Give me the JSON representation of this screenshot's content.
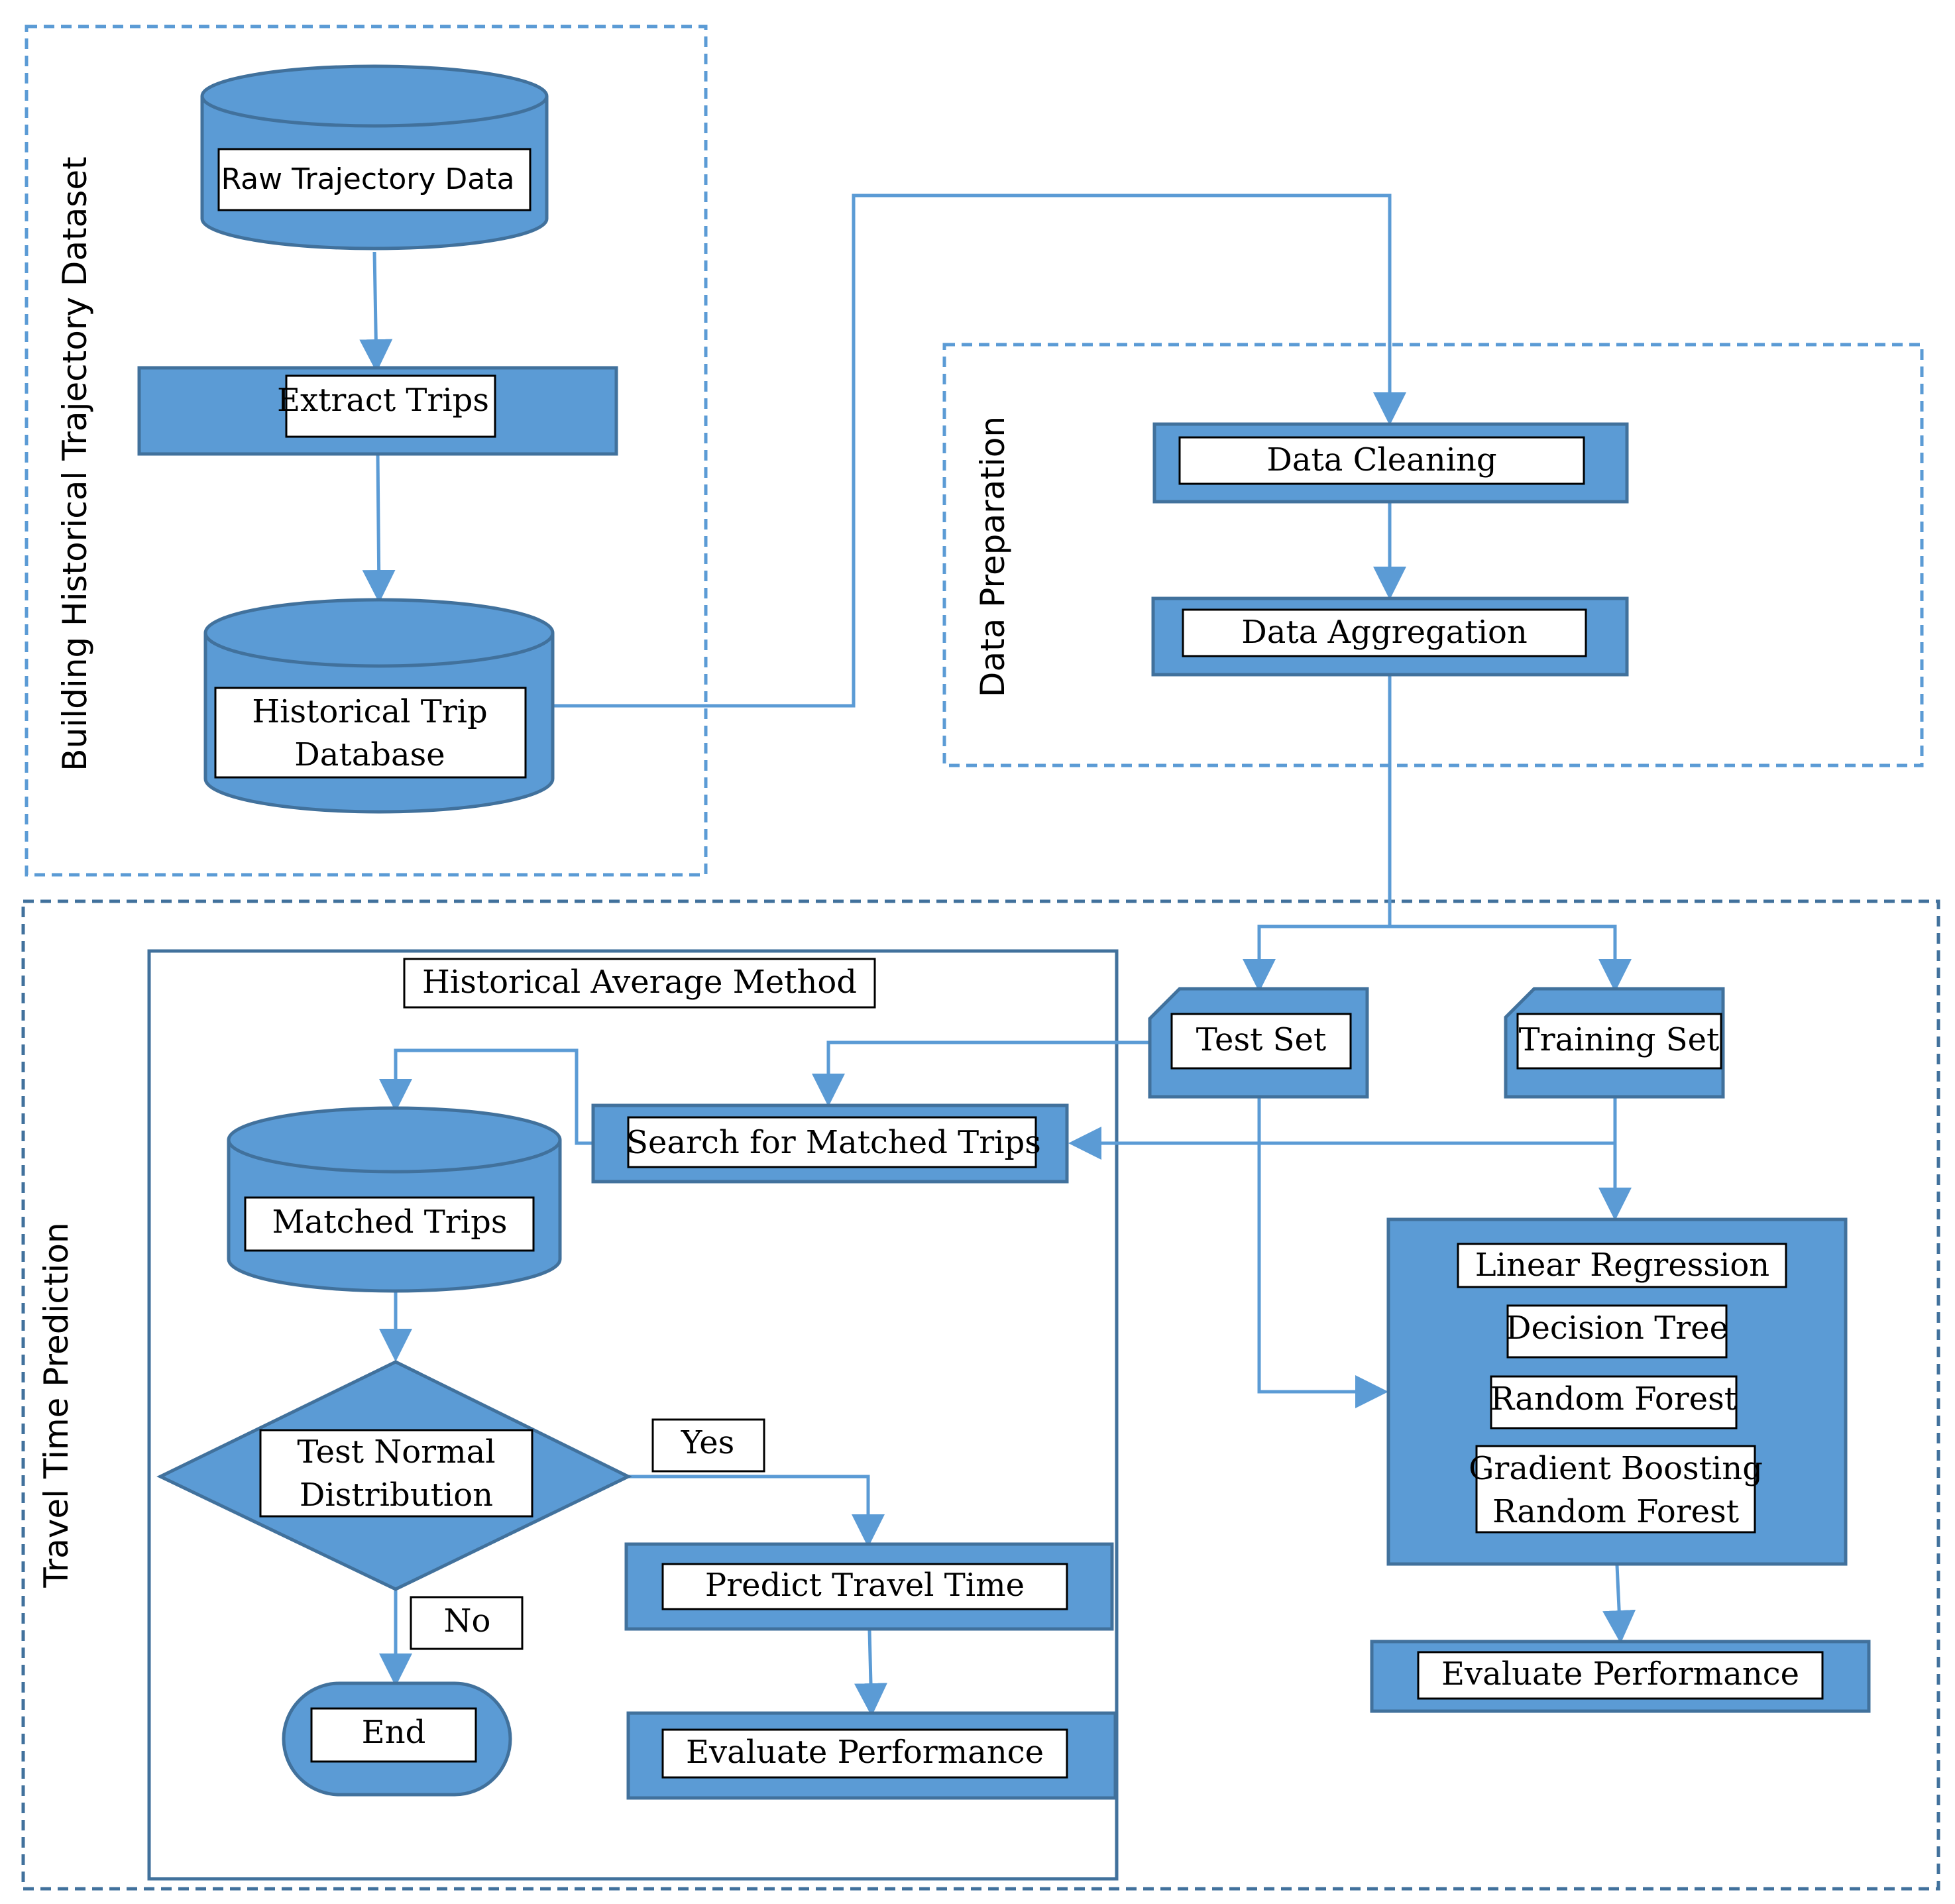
{
  "colors": {
    "fill": "#5B9BD5",
    "stroke": "#41719C",
    "arrow": "#5B9BD5",
    "dash": "#5B9BD5",
    "label_bg": "#ffffff"
  },
  "frames": {
    "building": "Building Historical Trajectory Dataset",
    "preparation": "Data Preparation",
    "prediction": "Travel Time Prediction",
    "historical_method": "Historical Average Method"
  },
  "nodes": {
    "raw_data": "Raw Trajectory Data",
    "extract_trips": "Extract Trips",
    "historical_db_line1": "Historical Trip",
    "historical_db_line2": "Database",
    "data_cleaning": "Data Cleaning",
    "data_aggregation": "Data Aggregation",
    "test_set": "Test Set",
    "training_set": "Training Set",
    "search_matched": "Search for Matched Trips",
    "matched_trips": "Matched Trips",
    "test_normal_line1": "Test Normal",
    "test_normal_line2": "Distribution",
    "yes": "Yes",
    "no": "No",
    "end": "End",
    "predict_time": "Predict Travel Time",
    "evaluate_left": "Evaluate Performance",
    "evaluate_right": "Evaluate Performance"
  },
  "models": [
    "Linear Regression",
    "Decision Tree",
    "Random Forest",
    "Gradient Boosting",
    "Random Forest"
  ]
}
